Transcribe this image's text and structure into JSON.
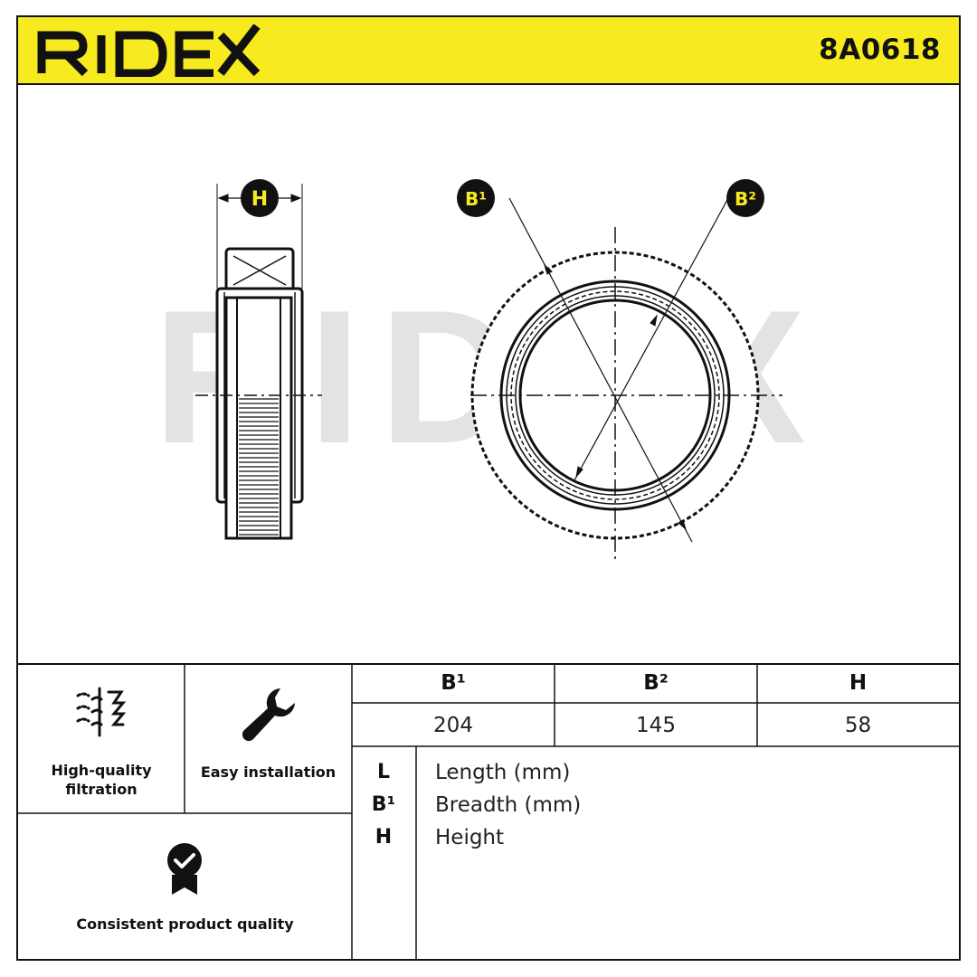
{
  "brand": "RIDEX",
  "part_number": "8A0618",
  "watermark": "RIDEX",
  "dimension_labels": {
    "h": "H",
    "b1": "B¹",
    "b2": "B²"
  },
  "features": [
    {
      "label": "High-quality filtration",
      "icon": "filter-flow-icon"
    },
    {
      "label": "Easy installation",
      "icon": "wrench-icon"
    },
    {
      "label": "Consistent product quality",
      "icon": "quality-badge-icon"
    }
  ],
  "dimensions_table": {
    "headers": [
      "B¹",
      "B²",
      "H"
    ],
    "values": [
      "204",
      "145",
      "58"
    ]
  },
  "legend": [
    {
      "key": "L",
      "desc": "Length (mm)"
    },
    {
      "key": "B¹",
      "desc": "Breadth (mm)"
    },
    {
      "key": "H",
      "desc": "Height"
    }
  ],
  "colors": {
    "accent": "#f7ea1f",
    "ink": "#111111",
    "watermark": "#e3e3e3"
  }
}
